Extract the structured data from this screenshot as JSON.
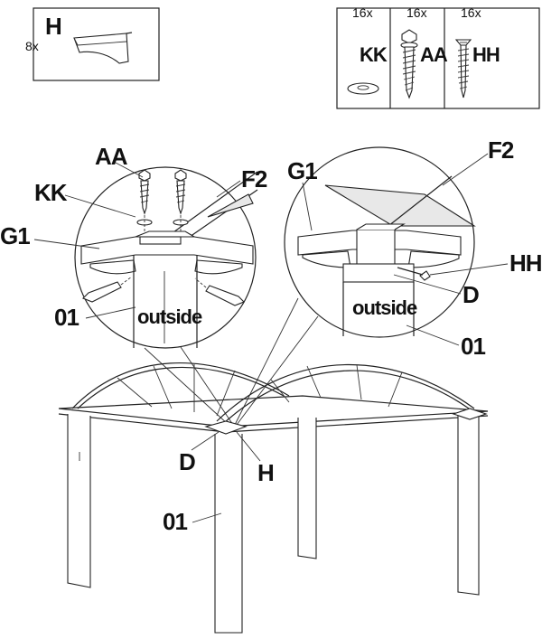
{
  "parts_box_h": {
    "letter": "H",
    "quantity": "8x"
  },
  "hardware_box": {
    "items": [
      {
        "qty": "16x",
        "code": "KK"
      },
      {
        "qty": "16x",
        "code": "AA"
      },
      {
        "qty": "16x",
        "code": "HH"
      }
    ]
  },
  "left_detail": {
    "labels": {
      "aa": "AA",
      "kk": "KK",
      "g1": "G1",
      "f2": "F2",
      "p01": "01",
      "outside": "outside"
    }
  },
  "right_detail": {
    "labels": {
      "g1": "G1",
      "f2": "F2",
      "hh": "HH",
      "d": "D",
      "outside": "outside",
      "p01": "01"
    }
  },
  "main_view": {
    "labels": {
      "d": "D",
      "h": "H",
      "p01": "01"
    }
  }
}
